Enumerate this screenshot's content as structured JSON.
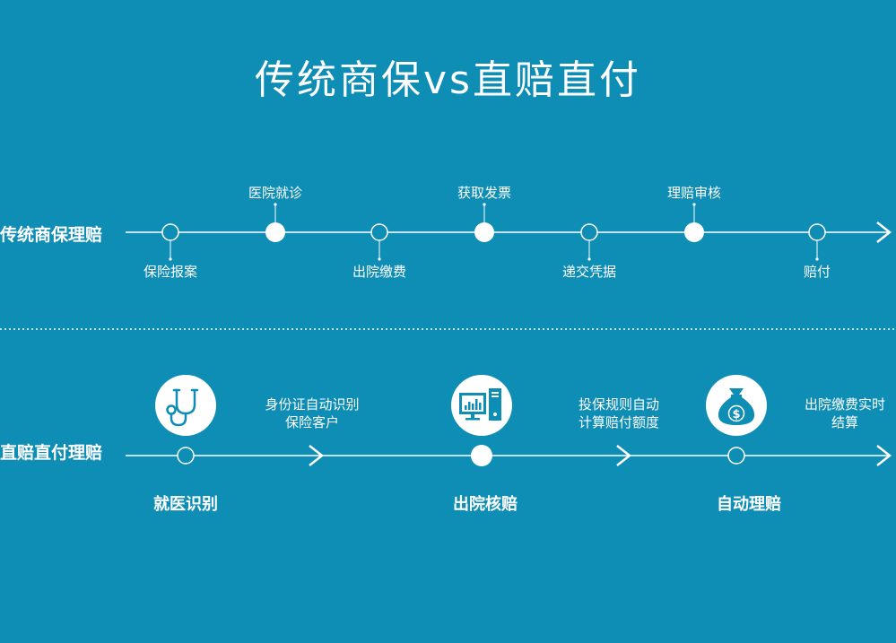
{
  "title": "传统商保vs直赔直付",
  "traditional": {
    "label": "传统商保理赔",
    "steps_below": [
      "保险报案",
      "出院缴费",
      "递交凭据",
      "赔付"
    ],
    "steps_above": [
      "医院就诊",
      "获取发票",
      "理赔审核"
    ]
  },
  "direct": {
    "label": "直赔直付理赔",
    "steps": [
      {
        "label": "就医识别",
        "icon": "stethoscope-icon"
      },
      {
        "label": "出院核赔",
        "icon": "computer-chart-icon"
      },
      {
        "label": "自动理赔",
        "icon": "money-bag-icon"
      }
    ],
    "descriptions": [
      {
        "line1": "身份证自动识别",
        "line2": "保险客户"
      },
      {
        "line1": "投保规则自动",
        "line2": "计算赔付额度"
      },
      {
        "line1": "出院缴费实时",
        "line2": "结算"
      }
    ]
  },
  "colors": {
    "background": "#0e8db5",
    "line": "#ffffff",
    "icon_fill": "#0e8db5"
  }
}
